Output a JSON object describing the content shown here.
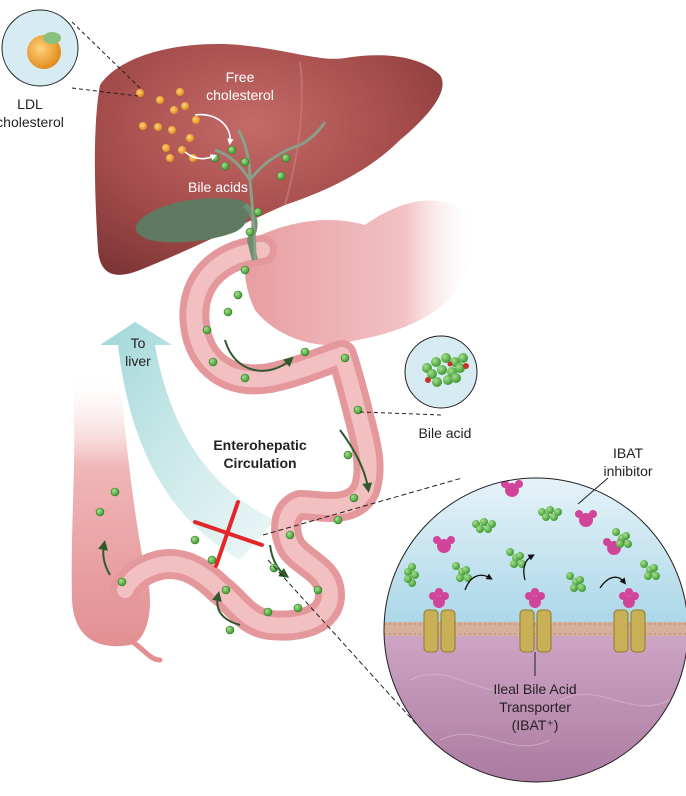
{
  "labels": {
    "ldl_line1": "LDL",
    "ldl_line2": "cholesterol",
    "free_line1": "Free",
    "free_line2": "cholesterol",
    "bile_acids": "Bile acids",
    "to_liver_line1": "To",
    "to_liver_line2": "liver",
    "ehc_line1": "Enterohepatic",
    "ehc_line2": "Circulation",
    "bile_acid": "Bile acid",
    "ibat_inh_line1": "IBAT",
    "ibat_inh_line2": "inhibitor",
    "transporter_line1": "Ileal Bile Acid",
    "transporter_line2": "Transporter",
    "transporter_line3": "(IBAT⁺)"
  },
  "colors": {
    "liver": "#a9504f",
    "gallbladder": "#5f7a60",
    "intestine": "#e69a9c",
    "bile_dot": "#5bb348",
    "ldl_dot": "#e9a33a",
    "arrow_teal": "#a9d7d8",
    "block_x": "#e3262a",
    "zoom_lumen": "#bfe1ee",
    "zoom_tissue": "#bd93b6",
    "membrane": "#c9a08a",
    "transporter": "#c9b056",
    "inhibitor": "#d0449a"
  }
}
